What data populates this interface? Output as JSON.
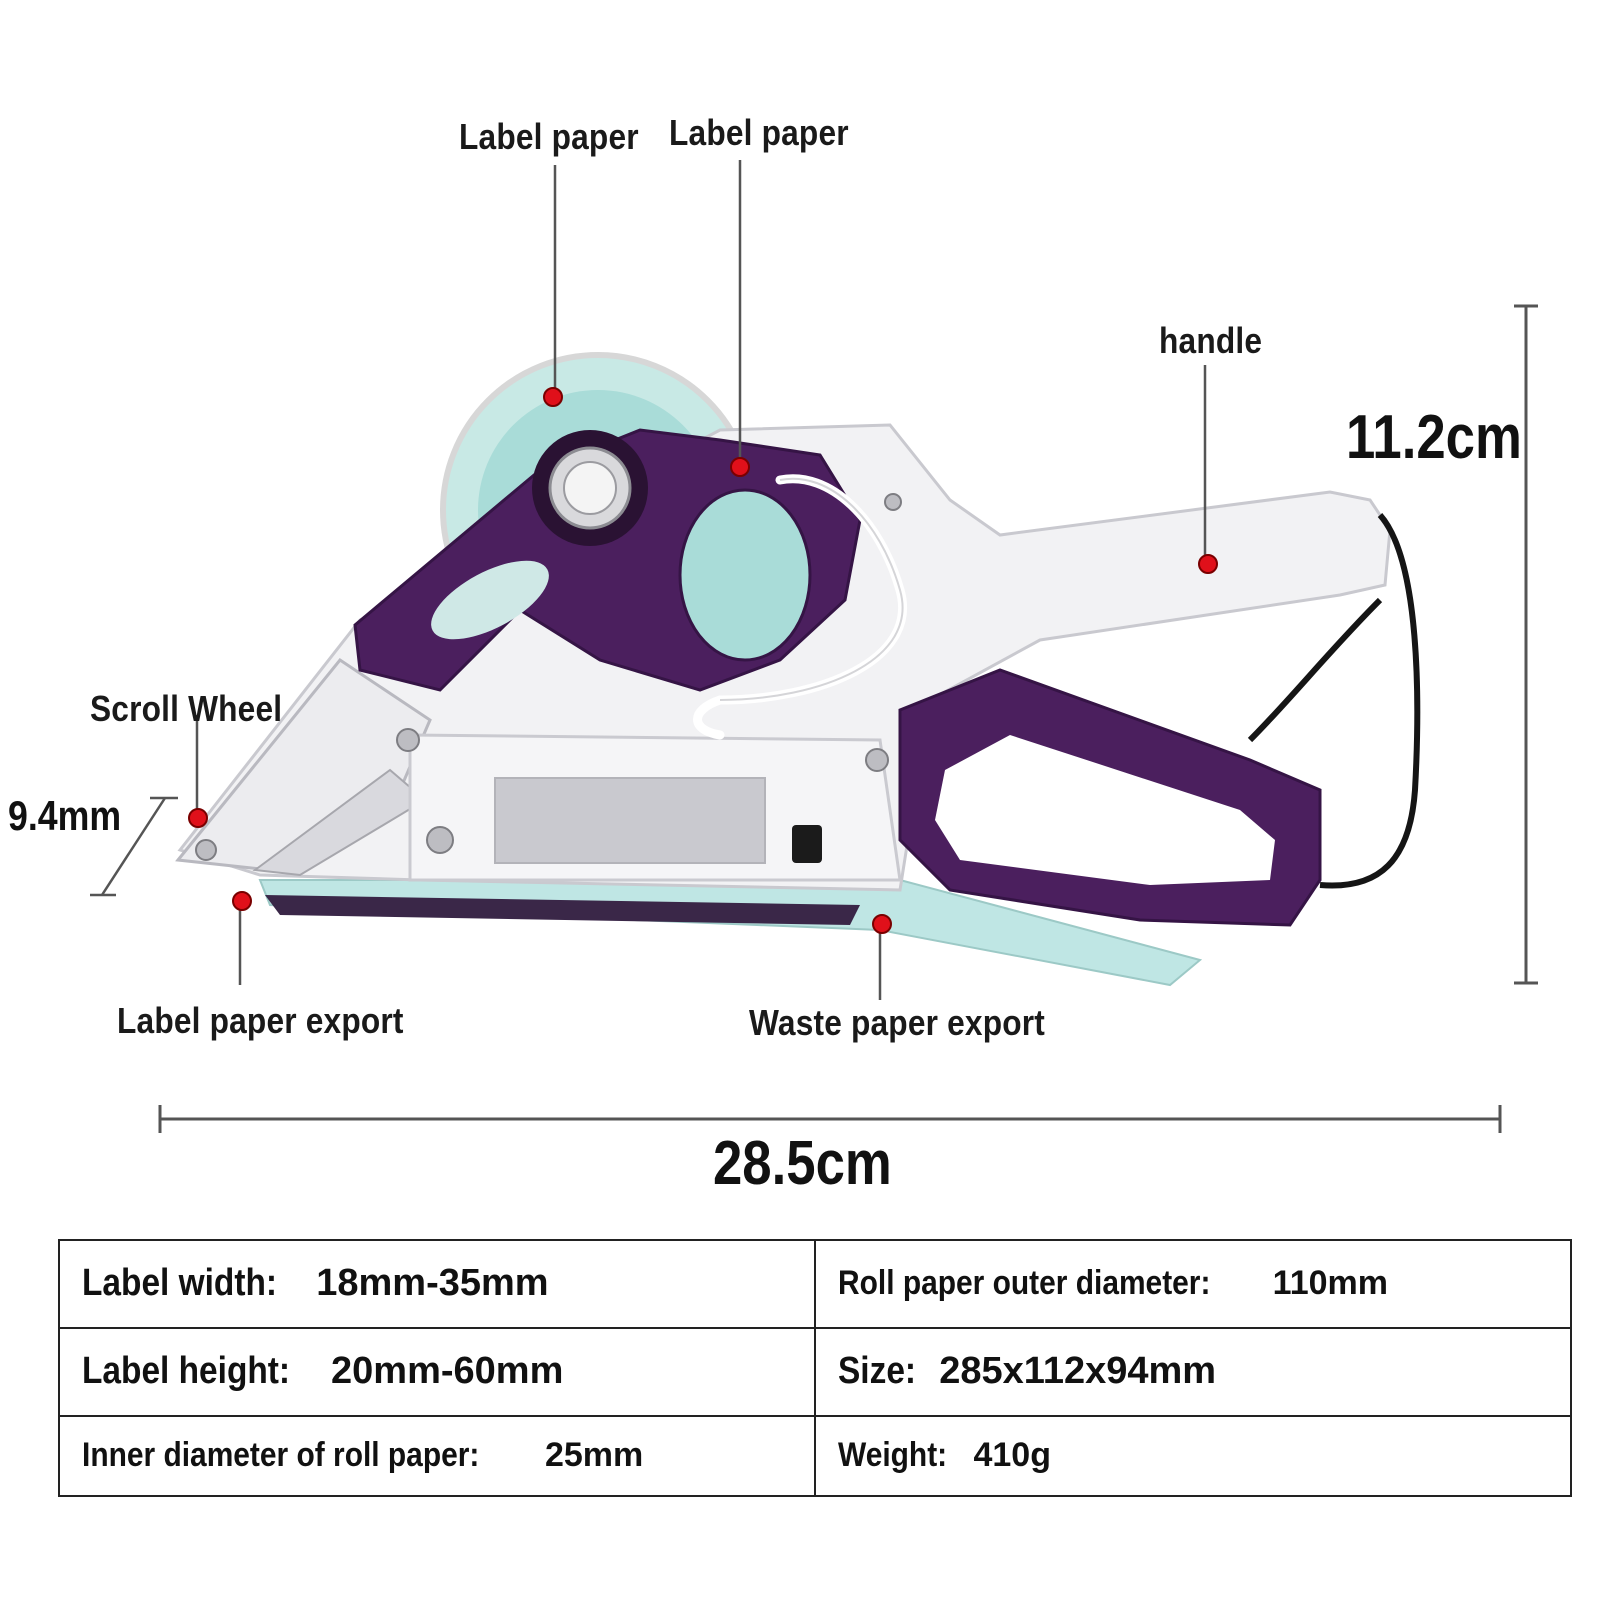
{
  "callouts": {
    "label_paper_roll": "Label paper",
    "label_paper_cover": "Label paper",
    "handle": "handle",
    "scroll_wheel": "Scroll Wheel",
    "label_paper_export": "Label paper export",
    "waste_paper_export": "Waste paper export"
  },
  "dimensions": {
    "height": "11.2cm",
    "length": "28.5cm",
    "tip": "9.4mm"
  },
  "specs": [
    [
      {
        "key": "Label width:",
        "value": "18mm-35mm"
      },
      {
        "key": "Roll paper outer diameter:",
        "value": "110mm"
      }
    ],
    [
      {
        "key": "Label height:",
        "value": "20mm-60mm"
      },
      {
        "key": "Size:",
        "value": "285x112x94mm"
      }
    ],
    [
      {
        "key": "Inner diameter of roll paper:",
        "value": "25mm"
      },
      {
        "key": "Weight:",
        "value": "410g"
      }
    ]
  ],
  "colors": {
    "body": "#f2f2f4",
    "purple": "#4b1f5e",
    "roll": "#a9dcd8",
    "marker": "#e0101a"
  }
}
